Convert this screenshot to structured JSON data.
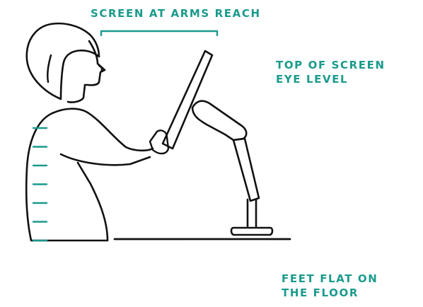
{
  "colors": {
    "accent": "#1a9a8c",
    "ink": "#111111",
    "background": "#ffffff"
  },
  "labels": {
    "arms_reach": "SCREEN AT ARMS REACH",
    "eye_level": [
      "TOP OF SCREEN",
      "EYE LEVEL"
    ],
    "feet": [
      "FEET FLAT ON",
      "THE FLOOR"
    ]
  },
  "illustration": {
    "subject": "person-at-monitor-arm",
    "spine_ticks": 7
  }
}
